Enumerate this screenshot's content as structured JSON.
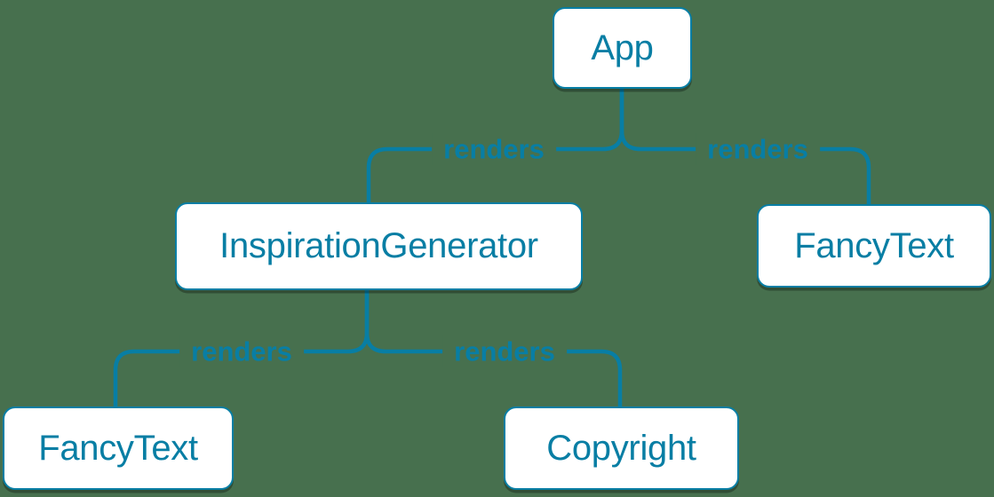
{
  "colors": {
    "background": "#47704E",
    "accent": "#087EA4",
    "node_fill": "#FFFFFF",
    "shadow": "rgba(0,0,0,0.30)"
  },
  "diagram": {
    "type": "component-render-tree",
    "nodes": [
      {
        "id": "app",
        "label": "App"
      },
      {
        "id": "inspiration-generator",
        "label": "InspirationGenerator"
      },
      {
        "id": "fancy-text-top",
        "label": "FancyText"
      },
      {
        "id": "fancy-text-bottom",
        "label": "FancyText"
      },
      {
        "id": "copyright",
        "label": "Copyright"
      }
    ],
    "edges": [
      {
        "from": "App",
        "to": "InspirationGenerator",
        "label": "renders"
      },
      {
        "from": "App",
        "to": "FancyText",
        "label": "renders"
      },
      {
        "from": "InspirationGenerator",
        "to": "FancyText",
        "label": "renders"
      },
      {
        "from": "InspirationGenerator",
        "to": "Copyright",
        "label": "renders"
      }
    ]
  }
}
